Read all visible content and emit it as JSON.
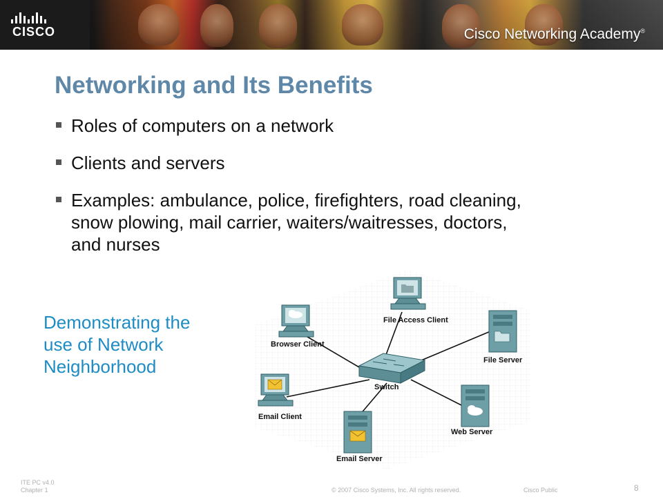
{
  "header": {
    "logo_text": "CISCO",
    "academy_text": "Cisco Networking Academy",
    "academy_mark": "®"
  },
  "slide": {
    "title": "Networking and Its Benefits",
    "bullets": [
      "Roles of computers on a network",
      "Clients and servers",
      "Examples: ambulance, police, firefighters, road cleaning, snow plowing, mail carrier, waiters/waitresses, doctors, and nurses"
    ],
    "caption": "Demonstrating the use of Network Neighborhood"
  },
  "diagram": {
    "labels": {
      "file_access_client": "File Access Client",
      "browser_client": "Browser Client",
      "file_server": "File Server",
      "switch": "Switch",
      "email_client": "Email Client",
      "web_server": "Web Server",
      "email_server": "Email Server"
    }
  },
  "footer": {
    "course": "ITE PC v4.0",
    "chapter": "Chapter 1",
    "copyright": "© 2007 Cisco Systems, Inc. All rights reserved.",
    "classification": "Cisco Public",
    "page_number": "8"
  },
  "colors": {
    "title": "#5f87a8",
    "caption": "#1e8cc4",
    "device_teal": "#6e9ea6"
  }
}
